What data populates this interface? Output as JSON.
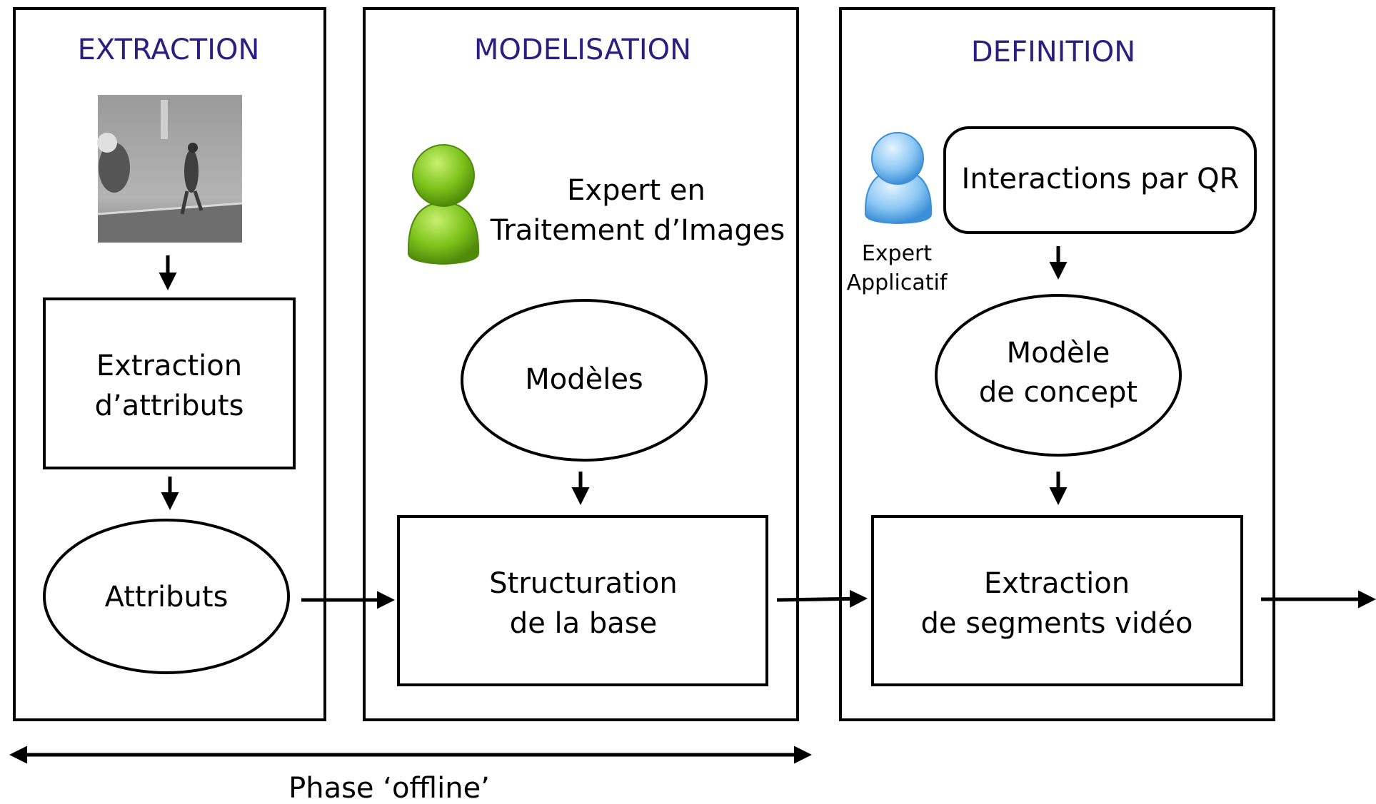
{
  "panels": {
    "extraction": {
      "title": "EXTRACTION",
      "box_label": [
        "Extraction",
        "d’attributs"
      ],
      "ellipse_label": "Attributs"
    },
    "modelisation": {
      "title": "MODELISATION",
      "expert_label": [
        "Expert en",
        "Traitement d’Images"
      ],
      "ellipse_label": "Modèles",
      "box_label": [
        "Structuration",
        "de la base"
      ]
    },
    "definition": {
      "title": "DEFINITION",
      "expert_label": [
        "Expert",
        "Applicatif"
      ],
      "rounded_box_label": "Interactions par QR",
      "ellipse_label": [
        "Modèle",
        "de concept"
      ],
      "box_label": [
        "Extraction",
        "de segments vidéo"
      ]
    }
  },
  "phase_label": "Phase ‘offline’",
  "colors": {
    "title": "#2a1f80",
    "expert_green": "#7cc21a",
    "expert_blue": "#5aa8ea"
  },
  "icons": [
    "video-frame-thumbnail",
    "user-green-icon",
    "user-blue-icon"
  ]
}
